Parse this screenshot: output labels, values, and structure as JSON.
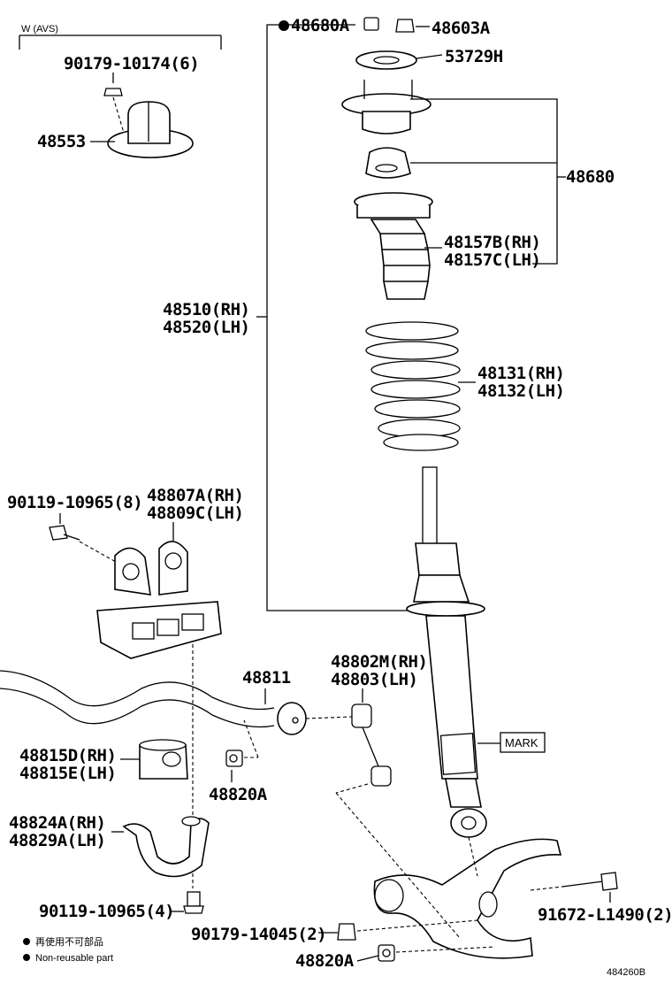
{
  "labels": {
    "w_avs": "W (AVS)",
    "p90179_10174": "90179-10174(6)",
    "p48553": "48553",
    "p48680A": "48680A",
    "p48603A": "48603A",
    "p53729H": "53729H",
    "p48680": "48680",
    "p48157B": "48157B(RH)",
    "p48157C": "48157C(LH)",
    "p48510": "48510(RH)",
    "p48520": "48520(LH)",
    "p48131": "48131(RH)",
    "p48132": "48132(LH)",
    "p90119_10965_8": "90119-10965(8)",
    "p48807A": "48807A(RH)",
    "p48809C": "48809C(LH)",
    "p48811": "48811",
    "p48802M": "48802M(RH)",
    "p48803": "48803(LH)",
    "p48815D": "48815D(RH)",
    "p48815E": "48815E(LH)",
    "p48820A_1": "48820A",
    "mark": "MARK",
    "p48824A": "48824A(RH)",
    "p48829A": "48829A(LH)",
    "p90119_10965_4": "90119-10965(4)",
    "p91672": "91672-L1490(2)",
    "p90179_14045": "90179-14045(2)",
    "p48820A_2": "48820A",
    "diagram_id": "484260B"
  },
  "legend": {
    "jp": "再使用不可部品",
    "en": "Non-reusable part"
  },
  "colors": {
    "ink": "#000000",
    "paper": "#ffffff"
  }
}
